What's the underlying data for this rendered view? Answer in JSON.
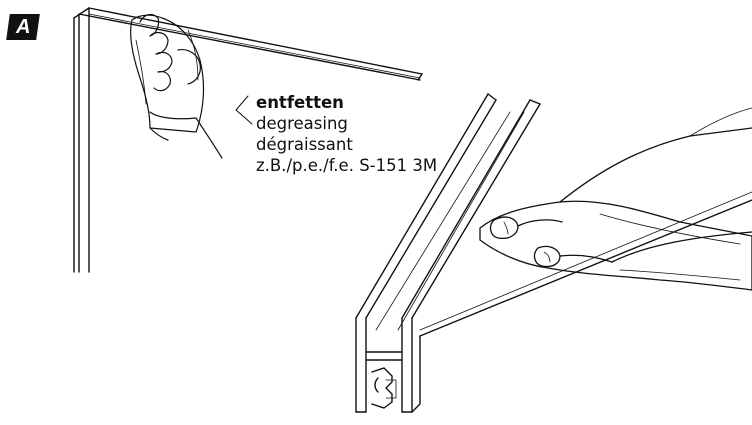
{
  "step": {
    "label": "A"
  },
  "illustration": {
    "glass_panel": "glass-panel",
    "wiping_hand_glass": "hand-with-cloth",
    "aluminium_profile": "aluminium-profile",
    "wiping_hand_profile": "hand-with-cloth"
  },
  "instruction": {
    "de": "entfetten",
    "en": "degreasing",
    "fr": "dégraissant",
    "product": "z.B./p.e./f.e. S-151 3M"
  },
  "colors": {
    "ink": "#111111",
    "background": "#ffffff"
  }
}
